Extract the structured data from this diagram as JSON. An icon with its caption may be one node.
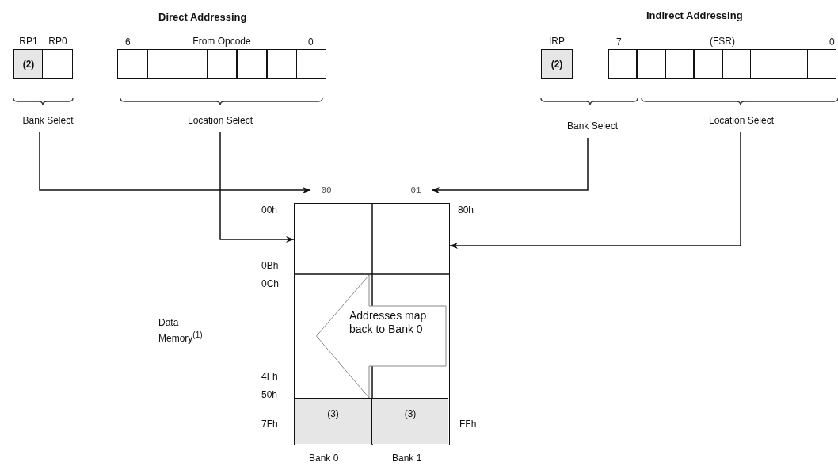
{
  "diagram": {
    "nodes": [
      {
        "text": [
          "RP1",
          "(2)"
        ]
      },
      {
        "text": [
          "RP0"
        ]
      },
      {
        "text": [
          "From Opcode"
        ]
      },
      {
        "text": [
          "Bank Select"
        ]
      },
      {
        "text": [
          "Location Select"
        ]
      },
      {
        "text": [
          "IRP",
          "(2)"
        ]
      },
      {
        "text": [
          "(FSR)"
        ]
      },
      {
        "text": [
          "Bank Select"
        ]
      },
      {
        "text": [
          "Location Select"
        ]
      },
      {
        "text": [
          "00"
        ]
      },
      {
        "text": [
          "01"
        ]
      },
      {
        "text": [],
        "shape": "box"
      },
      {
        "text": [
          "(3)"
        ],
        "in": 11
      },
      {
        "text": [
          "(3)"
        ],
        "in": 11
      },
      {
        "text": [
          "Addresses map back to Bank 0"
        ],
        "in": 11
      }
    ],
    "edges": [
      {
        "from": 3,
        "to": 9,
        "arrow": "to"
      },
      {
        "from": 7,
        "to": 10,
        "arrow": "to"
      },
      {
        "from": 4,
        "to": 11,
        "arrow": "to"
      },
      {
        "from": 8,
        "to": 11,
        "arrow": "to"
      }
    ],
    "labels": [
      "Direct Addressing",
      "6",
      "0",
      "Indirect Addressing",
      "7",
      "0",
      "00h",
      "80h",
      "0Bh",
      "0Ch",
      "Data Memory$^{(1)}$",
      "4Fh",
      "50h",
      "7Fh",
      "FFh",
      "Bank 0",
      "Bank 1"
    ]
  }
}
